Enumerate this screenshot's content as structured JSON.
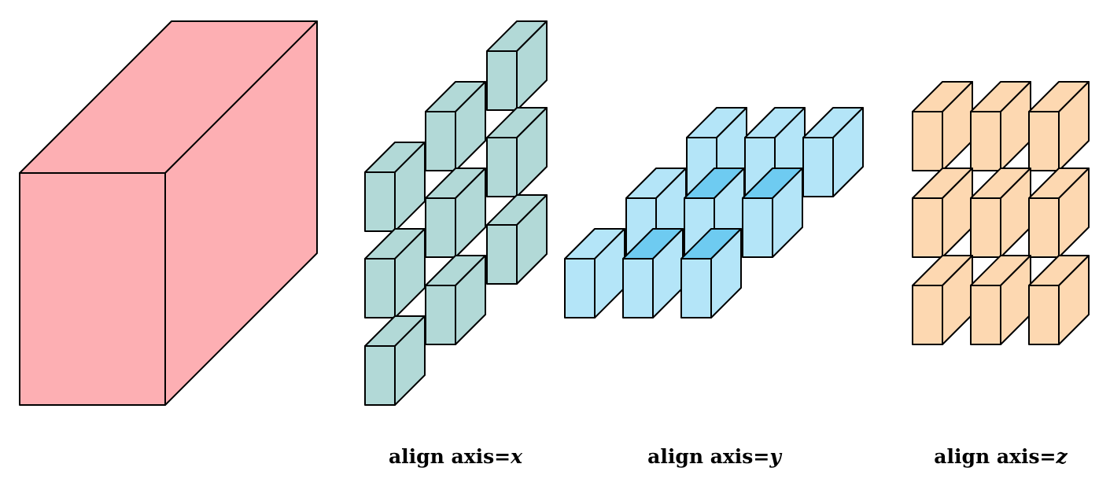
{
  "colors": {
    "big_block": "#fdafb3",
    "x_cubes": "#b2d9d7",
    "y_cubes": "#b4e5f8",
    "y_highlight": "#6ecbf1",
    "z_cubes": "#fdd8b1",
    "stroke": "#000000"
  },
  "captions": [
    {
      "prefix": "align axis=",
      "variable": "x"
    },
    {
      "prefix": "align axis=",
      "variable": "y"
    },
    {
      "prefix": "align axis=",
      "variable": "z"
    }
  ]
}
